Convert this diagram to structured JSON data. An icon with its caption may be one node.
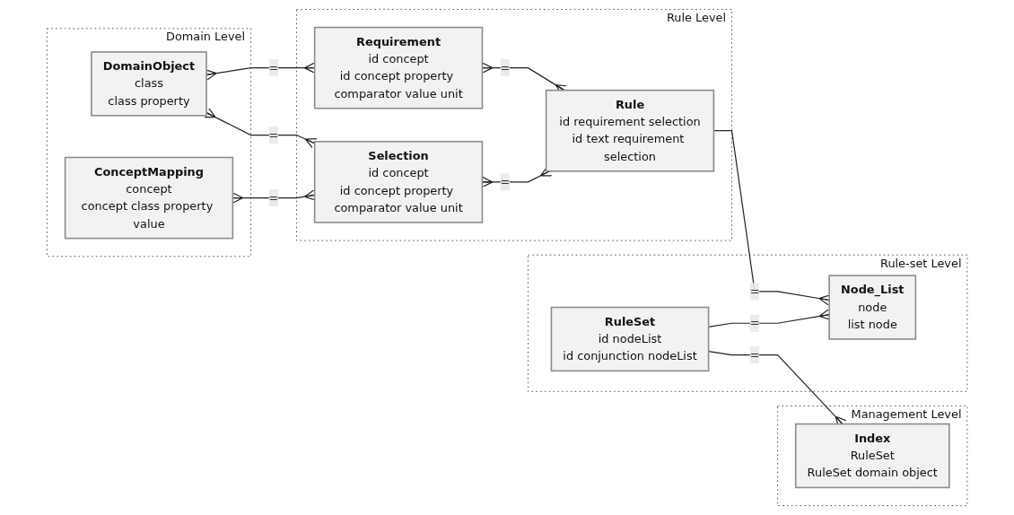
{
  "diagram": {
    "nodes": [
      {
        "text": [
          "Domain Level"
        ]
      },
      {
        "text": [
          "DomainObject",
          "class",
          "class property"
        ],
        "in": 0
      },
      {
        "text": [
          "ConceptMapping",
          "concept",
          "concept class property value"
        ],
        "in": 0
      },
      {
        "text": [
          "Rule Level"
        ]
      },
      {
        "text": [
          "Requirement",
          "id concept",
          "id concept property comparator value unit"
        ],
        "in": 3
      },
      {
        "text": [
          "Selection",
          "id concept",
          "id concept property comparator value unit"
        ],
        "in": 3
      },
      {
        "text": [
          "Rule",
          "id requirement selection",
          "id text requirement selection"
        ],
        "in": 3
      },
      {
        "text": [
          "Rule-set Level"
        ]
      },
      {
        "text": [
          "RuleSet",
          "id nodeList",
          "id conjunction nodeList"
        ],
        "in": 7
      },
      {
        "text": [
          "Node_List",
          "node",
          "list node"
        ],
        "in": 7
      },
      {
        "text": [
          "Management Level"
        ]
      },
      {
        "text": [
          "Index",
          "RuleSet",
          "RuleSet domain object"
        ],
        "in": 10
      }
    ],
    "edges": [
      {
        "from": 1,
        "to": 4,
        "arrow": "other",
        "label": "="
      },
      {
        "from": 1,
        "to": 5,
        "arrow": "other",
        "label": "="
      },
      {
        "from": 2,
        "to": 5,
        "arrow": "other",
        "label": "="
      },
      {
        "from": 4,
        "to": 6,
        "arrow": "other",
        "label": "="
      },
      {
        "from": 5,
        "to": 6,
        "arrow": "other",
        "label": "="
      },
      {
        "from": 6,
        "to": 9,
        "arrow": "other",
        "label": "="
      },
      {
        "from": 8,
        "to": 9,
        "arrow": "other",
        "label": "="
      },
      {
        "from": 8,
        "to": 11,
        "arrow": "other",
        "label": "="
      }
    ]
  }
}
